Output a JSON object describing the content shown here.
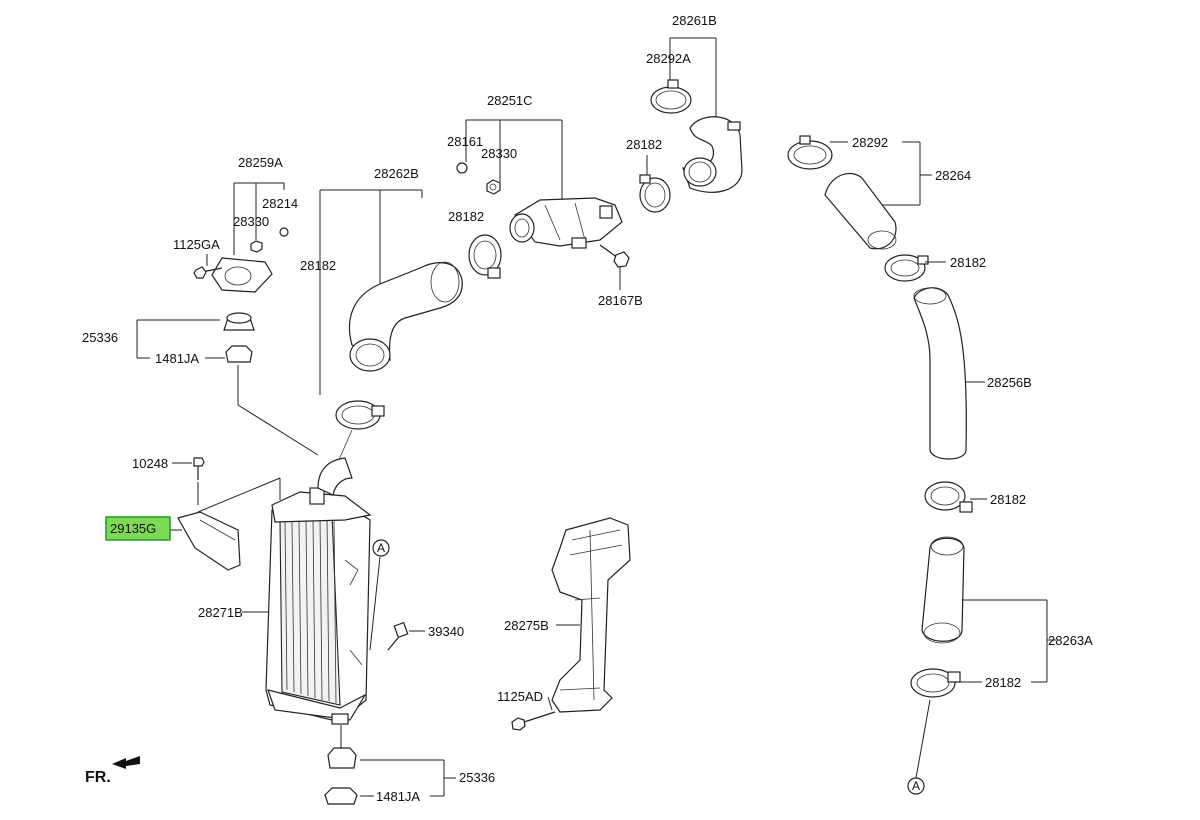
{
  "labels": {
    "p28261B": "28261B",
    "p28292A": "28292A",
    "p28251C": "28251C",
    "p28161": "28161",
    "p28330a": "28330",
    "p28182a": "28182",
    "p28292": "28292",
    "p28264": "28264",
    "p28259A": "28259A",
    "p28214": "28214",
    "p28330b": "28330",
    "p1125GA": "1125GA",
    "p28262B": "28262B",
    "p28182b": "28182",
    "p28182c": "28182",
    "p28182d": "28182",
    "p28167B": "28167B",
    "p25336a": "25336",
    "p1481JAa": "1481JA",
    "p28256B": "28256B",
    "p10248": "10248",
    "p28182e": "28182",
    "p29135G": "29135G",
    "p28271B": "28271B",
    "p39340": "39340",
    "p28275B": "28275B",
    "p28263A": "28263A",
    "p1125AD": "1125AD",
    "p28182f": "28182",
    "p25336b": "25336",
    "p1481JAb": "1481JA",
    "refA1": "A",
    "refA2": "A",
    "front": "FR."
  },
  "highlight": {
    "part": "29135G",
    "color": "#7ed957"
  }
}
